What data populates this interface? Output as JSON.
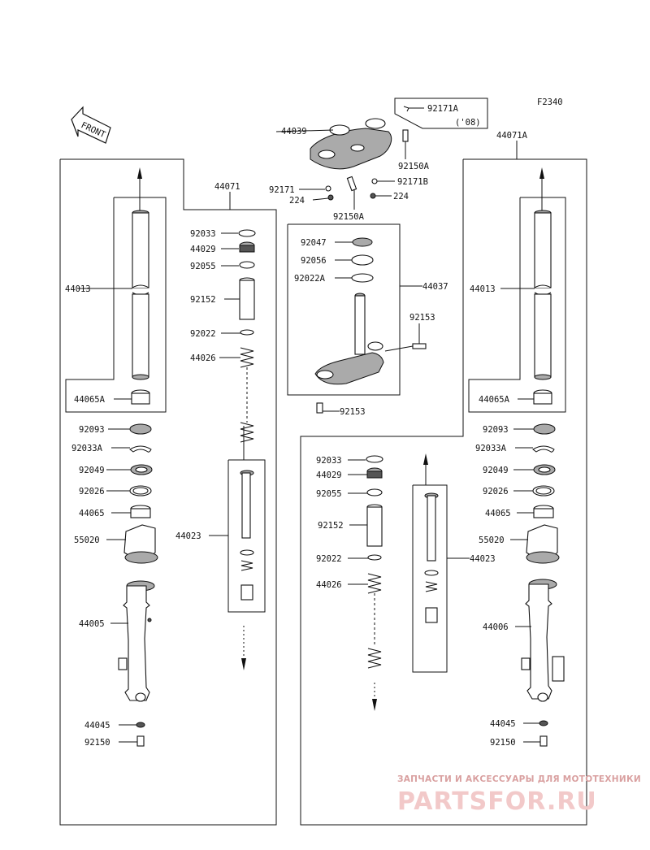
{
  "figure_code": "F2340",
  "front_label": "FRONT",
  "watermark": {
    "tagline": "ЗАПЧАСТИ И АКСЕССУАРЫ ДЛЯ МОТОТЕХНИКИ",
    "logo": "PARTSFOR.RU"
  },
  "labels": {
    "p92171A": "92171A",
    "p92171A_note": "('08)",
    "p44039": "44039",
    "p92150A_a": "92150A",
    "p92171": "92171",
    "p92171B": "92171B",
    "p224_a": "224",
    "p224_b": "224",
    "p92150A_b": "92150A",
    "p44071": "44071",
    "p44071A": "44071A",
    "L_92033": "92033",
    "L_44029": "44029",
    "L_92055": "92055",
    "L_92152": "92152",
    "L_92022": "92022",
    "L_44026": "44026",
    "L_44023": "44023",
    "L_44013": "44013",
    "L_44065A": "44065A",
    "L_92093": "92093",
    "L_92033A": "92033A",
    "L_92049": "92049",
    "L_92026": "92026",
    "L_44065": "44065",
    "L_55020": "55020",
    "L_44005": "44005",
    "L_44045": "44045",
    "L_92150": "92150",
    "C_92047": "92047",
    "C_92056": "92056",
    "C_92022A": "92022A",
    "C_44037": "44037",
    "C_92153_a": "92153",
    "C_92153_b": "92153",
    "R_44013": "44013",
    "R_44065A": "44065A",
    "R_92093": "92093",
    "R_92033A": "92033A",
    "R_92049": "92049",
    "R_92026": "92026",
    "R_44065": "44065",
    "R_55020": "55020",
    "R_44006": "44006",
    "R_44045": "44045",
    "R_92150": "92150",
    "M_92033": "92033",
    "M_44029": "44029",
    "M_92055": "92055",
    "M_92152": "92152",
    "M_92022": "92022",
    "M_44026": "44026",
    "M_44023": "44023"
  }
}
